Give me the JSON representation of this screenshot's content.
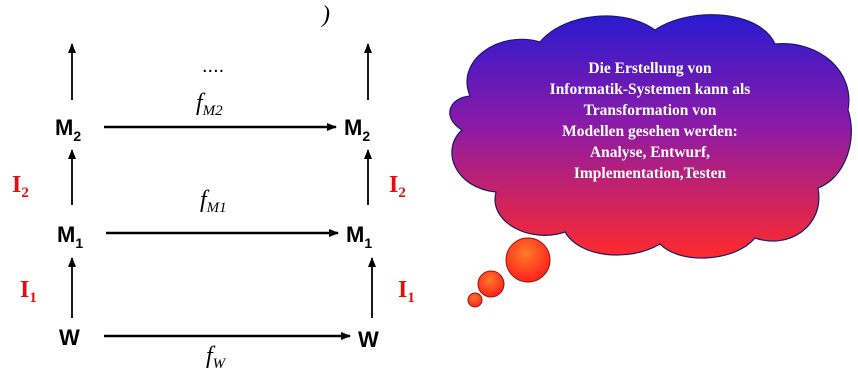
{
  "top_fragment": ")",
  "dots": "....",
  "nodes": {
    "w_base": "W",
    "m_base": "M",
    "sub_1": "1",
    "sub_2": "2"
  },
  "functions": {
    "base": "f",
    "sub_m2": "M2",
    "sub_m1": "M1",
    "sub_w": "W"
  },
  "iterations": {
    "base": "I",
    "sub_1": "1",
    "sub_2": "2"
  },
  "cloud": {
    "lines": [
      "Die Erstellung von",
      "Informatik-Systemen  kann als",
      "Transformation von",
      "Modellen  gesehen werden:",
      "Analyse,  Entwurf,",
      "Implementation,Testen"
    ]
  },
  "colors": {
    "iteration_label": "#e01010",
    "cloud_top": "#2a1ad0",
    "cloud_bottom": "#ff2a2a",
    "cloud_text": "#ffffff"
  }
}
